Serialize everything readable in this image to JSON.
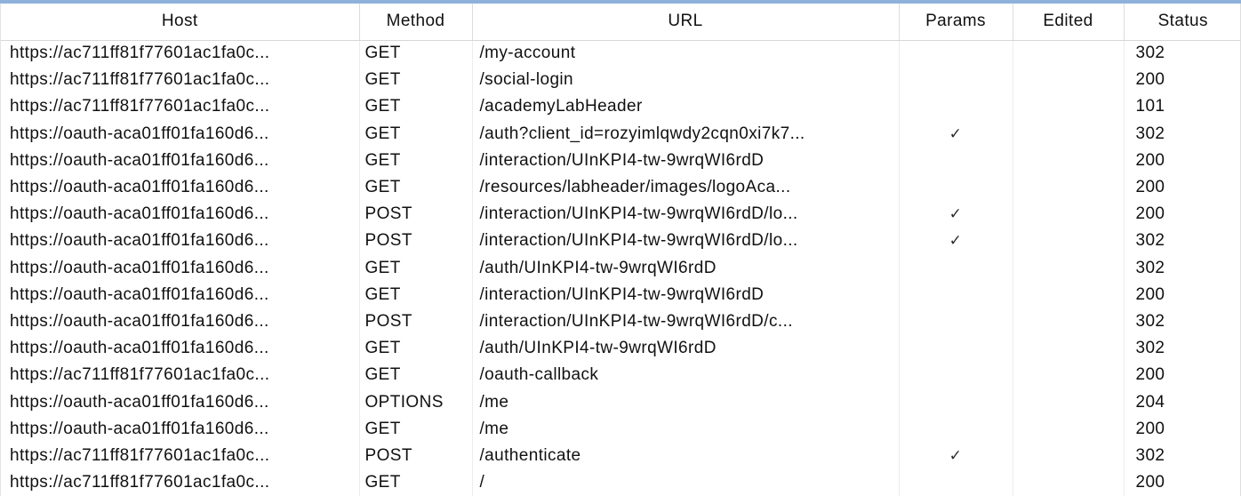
{
  "colors": {
    "top_bar": "#8eb2da"
  },
  "table": {
    "columns": [
      {
        "key": "host",
        "label": "Host"
      },
      {
        "key": "method",
        "label": "Method"
      },
      {
        "key": "url",
        "label": "URL"
      },
      {
        "key": "params",
        "label": "Params"
      },
      {
        "key": "edited",
        "label": "Edited"
      },
      {
        "key": "status",
        "label": "Status"
      }
    ],
    "check_glyph": "✓",
    "rows": [
      {
        "host": "https://ac711ff81f77601ac1fa0c...",
        "method": "GET",
        "url": "/my-account",
        "params": "",
        "edited": "",
        "status": "302"
      },
      {
        "host": "https://ac711ff81f77601ac1fa0c...",
        "method": "GET",
        "url": "/social-login",
        "params": "",
        "edited": "",
        "status": "200"
      },
      {
        "host": "https://ac711ff81f77601ac1fa0c...",
        "method": "GET",
        "url": "/academyLabHeader",
        "params": "",
        "edited": "",
        "status": "101"
      },
      {
        "host": "https://oauth-aca01ff01fa160d6...",
        "method": "GET",
        "url": "/auth?client_id=rozyimlqwdy2cqn0xi7k7...",
        "params": "✓",
        "edited": "",
        "status": "302"
      },
      {
        "host": "https://oauth-aca01ff01fa160d6...",
        "method": "GET",
        "url": "/interaction/UInKPI4-tw-9wrqWI6rdD",
        "params": "",
        "edited": "",
        "status": "200"
      },
      {
        "host": "https://oauth-aca01ff01fa160d6...",
        "method": "GET",
        "url": "/resources/labheader/images/logoAca...",
        "params": "",
        "edited": "",
        "status": "200"
      },
      {
        "host": "https://oauth-aca01ff01fa160d6...",
        "method": "POST",
        "url": "/interaction/UInKPI4-tw-9wrqWI6rdD/lo...",
        "params": "✓",
        "edited": "",
        "status": "200"
      },
      {
        "host": "https://oauth-aca01ff01fa160d6...",
        "method": "POST",
        "url": "/interaction/UInKPI4-tw-9wrqWI6rdD/lo...",
        "params": "✓",
        "edited": "",
        "status": "302"
      },
      {
        "host": "https://oauth-aca01ff01fa160d6...",
        "method": "GET",
        "url": "/auth/UInKPI4-tw-9wrqWI6rdD",
        "params": "",
        "edited": "",
        "status": "302"
      },
      {
        "host": "https://oauth-aca01ff01fa160d6...",
        "method": "GET",
        "url": "/interaction/UInKPI4-tw-9wrqWI6rdD",
        "params": "",
        "edited": "",
        "status": "200"
      },
      {
        "host": "https://oauth-aca01ff01fa160d6...",
        "method": "POST",
        "url": "/interaction/UInKPI4-tw-9wrqWI6rdD/c...",
        "params": "",
        "edited": "",
        "status": "302"
      },
      {
        "host": "https://oauth-aca01ff01fa160d6...",
        "method": "GET",
        "url": "/auth/UInKPI4-tw-9wrqWI6rdD",
        "params": "",
        "edited": "",
        "status": "302"
      },
      {
        "host": "https://ac711ff81f77601ac1fa0c...",
        "method": "GET",
        "url": "/oauth-callback",
        "params": "",
        "edited": "",
        "status": "200"
      },
      {
        "host": "https://oauth-aca01ff01fa160d6...",
        "method": "OPTIONS",
        "url": "/me",
        "params": "",
        "edited": "",
        "status": "204"
      },
      {
        "host": "https://oauth-aca01ff01fa160d6...",
        "method": "GET",
        "url": "/me",
        "params": "",
        "edited": "",
        "status": "200"
      },
      {
        "host": "https://ac711ff81f77601ac1fa0c...",
        "method": "POST",
        "url": "/authenticate",
        "params": "✓",
        "edited": "",
        "status": "302"
      },
      {
        "host": "https://ac711ff81f77601ac1fa0c...",
        "method": "GET",
        "url": "/",
        "params": "",
        "edited": "",
        "status": "200"
      }
    ]
  }
}
